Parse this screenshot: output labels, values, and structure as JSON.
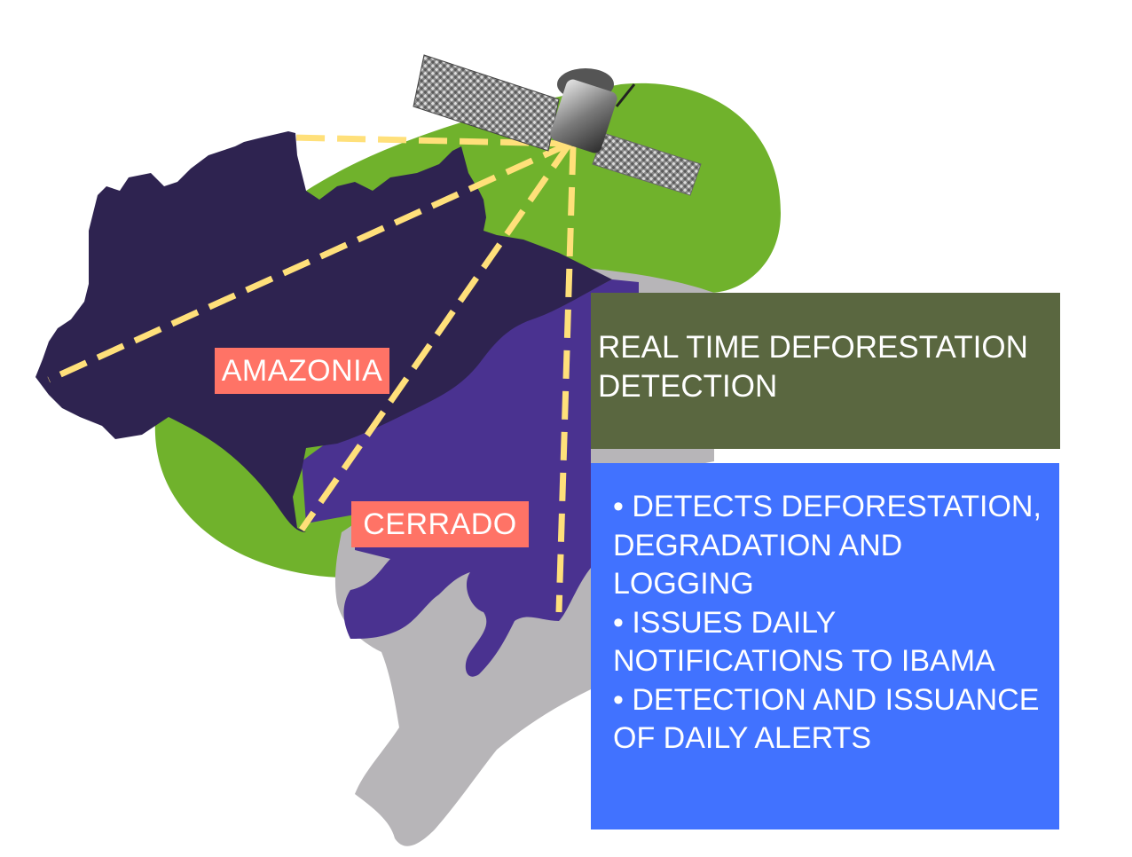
{
  "colors": {
    "green_blob": "#70b22c",
    "amazonia_region": "#2e2350",
    "cerrado_region": "#4a3290",
    "rest_of_brazil": "#b7b5b8",
    "satellite_beam": "#ffe07a",
    "label_tag": "#ff7366",
    "title_box": "#5a6740",
    "list_box": "#4172ff"
  },
  "map": {
    "satellite_icon": "satellite-icon",
    "regions": [
      {
        "id": "amazonia",
        "label": "AMAZONIA"
      },
      {
        "id": "cerrado",
        "label": "CERRADO"
      }
    ]
  },
  "title_box": {
    "title": "REAL TIME DEFORESTATION DETECTION"
  },
  "features": {
    "items": [
      {
        "text": "• DETECTS DEFORESTATION, DEGRADATION AND LOGGING"
      },
      {
        "text": "• ISSUES DAILY NOTIFICATIONS TO IBAMA"
      },
      {
        "text": "• DETECTION AND ISSUANCE OF DAILY ALERTS"
      }
    ]
  }
}
